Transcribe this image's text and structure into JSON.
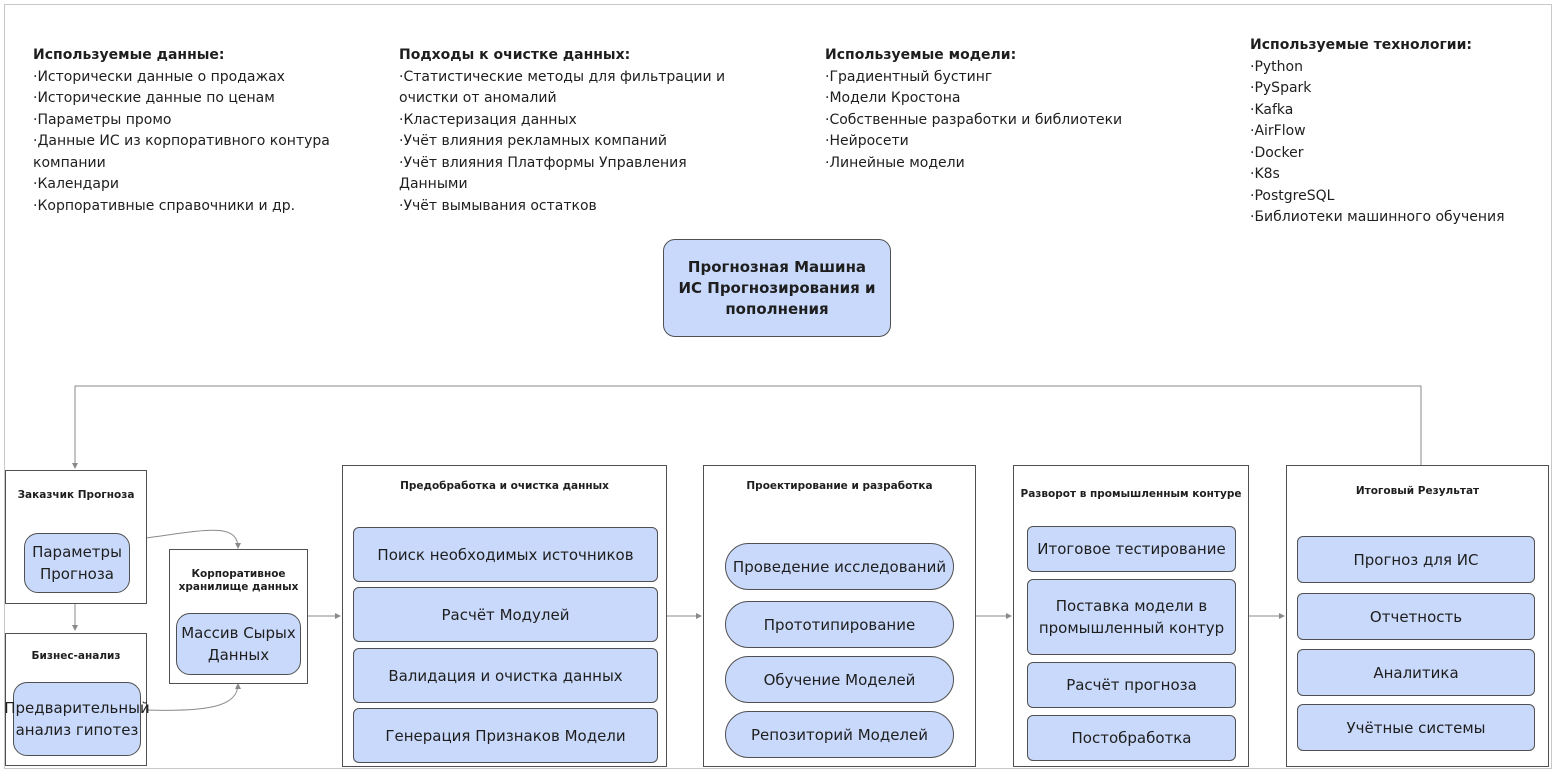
{
  "info_blocks": [
    {
      "title": "Используемые данные:",
      "items": [
        "·Исторически данные о продажах",
        "·Исторические данные по ценам",
        "·Параметры промо",
        "·Данные ИС из корпоративного контура компании",
        "·Календари",
        "·Корпоративные справочники и др."
      ]
    },
    {
      "title": "Подходы к очистке данных:",
      "items": [
        "·Статистические методы для фильтрации и очистки от аномалий",
        "·Кластеризация данных",
        "·Учёт влияния рекламных компаний",
        "·Учёт влияния Платформы Управления Данными",
        "·Учёт вымывания остатков"
      ]
    },
    {
      "title": "Используемые модели:",
      "items": [
        "·Градиентный бустинг",
        "·Модели Кростона",
        "·Собственные разработки и библиотеки",
        "·Нейросети",
        "·Линейные модели"
      ]
    },
    {
      "title": "Используемые технологии:",
      "items": [
        "·Python",
        "·PySpark",
        "·Kafka",
        "·AirFlow",
        "·Docker",
        "·K8s",
        "·PostgreSQL",
        "·Библиотеки машинного обучения"
      ]
    }
  ],
  "center": {
    "line1": "Прогнозная Машина",
    "line2": "ИС Прогнозирования и пополнения"
  },
  "customer": {
    "title": "Заказчик Прогноза",
    "item": "Параметры Прогноза"
  },
  "business": {
    "title": "Бизнес-анализ",
    "item": "Предварительный анализ гипотез"
  },
  "storage": {
    "title": "Корпоративное хранилище данных",
    "item": "Массив Сырых Данных"
  },
  "preprocessing": {
    "title": "Предобработка и очистка данных",
    "items": [
      "Поиск необходимых источников",
      "Расчёт Модулей",
      "Валидация и очистка данных",
      "Генерация Признаков Модели"
    ]
  },
  "design": {
    "title": "Проектирование и разработка",
    "items": [
      "Проведение исследований",
      "Прототипирование",
      "Обучение Моделей",
      "Репозиторий Моделей"
    ]
  },
  "deployment": {
    "title": "Разворот в промышленным контуре",
    "items": [
      "Итоговое тестирование",
      "Поставка модели в промышленный контур",
      "Расчёт прогноза",
      "Постобработка"
    ]
  },
  "result": {
    "title": "Итоговый Результат",
    "items": [
      "Прогноз для ИС",
      "Отчетность",
      "Аналитика",
      "Учётные системы"
    ]
  },
  "colors": {
    "box_fill": "#c9d9fb",
    "border": "#505050",
    "connector": "#8a8a8a"
  }
}
